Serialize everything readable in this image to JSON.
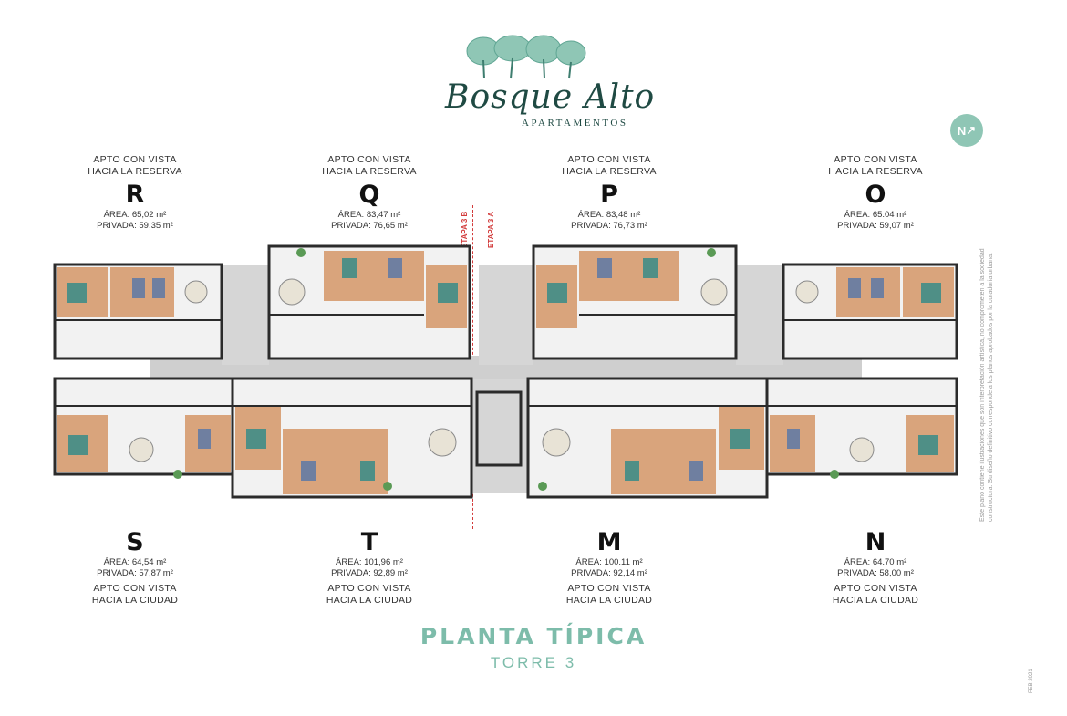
{
  "brand": {
    "name": "Bosque Alto",
    "subtitle": "APARTAMENTOS"
  },
  "north": "N",
  "units_top": [
    {
      "view1": "APTO CON VISTA",
      "view2": "HACIA LA RESERVA",
      "letter": "R",
      "area": "ÁREA: 65,02 m²",
      "private": "PRIVADA: 59,35 m²"
    },
    {
      "view1": "APTO CON VISTA",
      "view2": "HACIA LA RESERVA",
      "letter": "Q",
      "area": "ÁREA: 83,47 m²",
      "private": "PRIVADA: 76,65 m²"
    },
    {
      "view1": "APTO CON VISTA",
      "view2": "HACIA LA RESERVA",
      "letter": "P",
      "area": "ÁREA: 83,48 m²",
      "private": "PRIVADA: 76,73 m²"
    },
    {
      "view1": "APTO CON VISTA",
      "view2": "HACIA LA RESERVA",
      "letter": "O",
      "area": "ÁREA: 65.04 m²",
      "private": "PRIVADA: 59,07 m²"
    }
  ],
  "units_bottom": [
    {
      "letter": "S",
      "area": "ÁREA: 64,54 m²",
      "private": "PRIVADA: 57,87 m²",
      "view1": "APTO CON VISTA",
      "view2": "HACIA LA CIUDAD"
    },
    {
      "letter": "T",
      "area": "ÁREA: 101,96 m²",
      "private": "PRIVADA: 92,89 m²",
      "view1": "APTO CON VISTA",
      "view2": "HACIA LA CIUDAD"
    },
    {
      "letter": "M",
      "area": "ÁREA: 100.11 m²",
      "private": "PRIVADA: 92,14 m²",
      "view1": "APTO CON VISTA",
      "view2": "HACIA LA CIUDAD"
    },
    {
      "letter": "N",
      "area": "ÁREA: 64.70 m²",
      "private": "PRIVADA: 58,00 m²",
      "view1": "APTO CON VISTA",
      "view2": "HACIA LA CIUDAD"
    }
  ],
  "etapa_b": "ETAPA 3 B",
  "etapa_a": "ETAPA 3 A",
  "title": "PLANTA TÍPICA",
  "subtitle": "TORRE 3",
  "disclaimer": "Este plano contiene ilustraciones que son interpretación artística, no comprometen a la sociedad constructora. Su diseño definitivo corresponde a los planos aprobados por la curaduría urbana.",
  "ref": "FEB 2021",
  "colors": {
    "accent": "#7dbcaa",
    "wood": "#d9a47c",
    "wall": "#2b2b2b",
    "corridor": "#cfcfcf",
    "bed": "#4f8f86"
  }
}
